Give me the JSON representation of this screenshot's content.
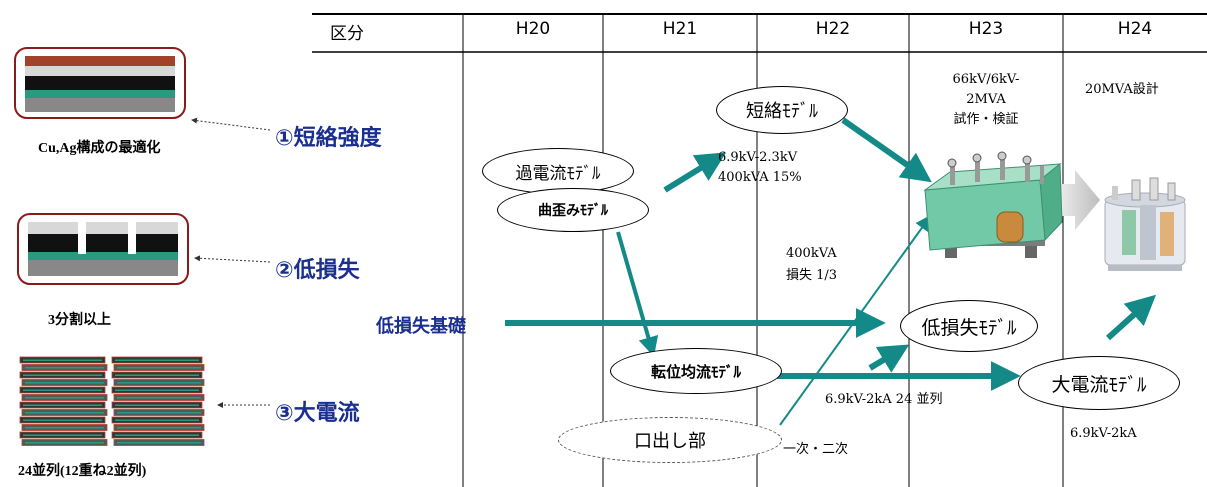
{
  "header": {
    "category": "区分",
    "years": [
      "H20",
      "H21",
      "H22",
      "H23",
      "H24"
    ]
  },
  "categories": [
    {
      "label": "①短絡強度",
      "caption": "Cu,Ag構成の最適化"
    },
    {
      "label": "②低損失",
      "caption": "3分割以上"
    },
    {
      "label": "③大電流",
      "caption": "24並列(12重ね2並列)"
    }
  ],
  "low_loss_basic": "低損失基礎",
  "nodes": {
    "overcurrent": "過電流ﾓﾃﾞﾙ",
    "bending": "曲歪みﾓﾃﾞﾙ",
    "short_circuit": "短絡ﾓﾃﾞﾙ",
    "transposition": "転位均流ﾓﾃﾞﾙ",
    "lead": "口出し部",
    "low_loss": "低損失ﾓﾃﾞﾙ",
    "high_current": "大電流ﾓﾃﾞﾙ"
  },
  "annotations": {
    "short_circuit_spec": [
      "6.9kV-2.3kV",
      "400kVA 15%"
    ],
    "loss_spec": [
      "400kVA",
      "損失 1/3"
    ],
    "prototype": [
      "66kV/6kV-",
      "2MVA",
      "試作・検証"
    ],
    "design": "20MVA設計",
    "parallel_spec": "6.9kV-2kA 24 並列",
    "winding": "一次・二次",
    "high_current_spec": "6.9kV-2kA"
  },
  "colors": {
    "arrow": "#138a87",
    "category_text": "#1a2f8f",
    "frame": "#8b1a1a"
  }
}
